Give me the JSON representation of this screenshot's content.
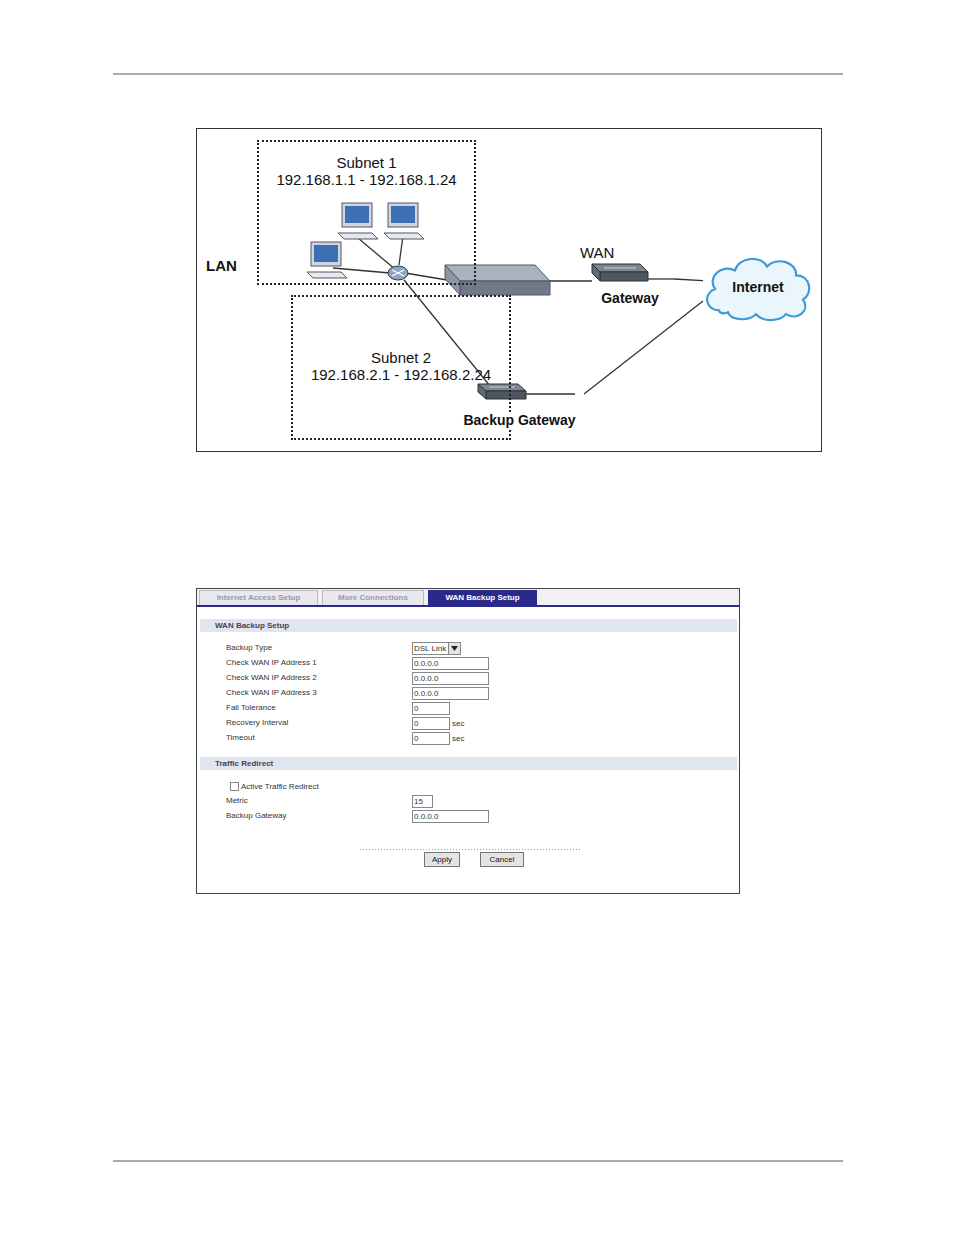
{
  "diagram": {
    "nodes": [
      {
        "text": [
          "Subnet 1",
          "192.168.1.1 - 192.168.1.24"
        ]
      },
      {
        "text": [
          "Gateway"
        ]
      },
      {
        "text": [
          "Internet"
        ]
      },
      {
        "text": [
          "Subnet 2",
          "192.168.2.1 - 192.168.2.24"
        ]
      },
      {
        "text": [
          "Backup Gateway"
        ]
      }
    ],
    "edges": [
      {
        "from": 1,
        "to": 2,
        "arrow": "none"
      },
      {
        "from": 4,
        "to": 2,
        "arrow": "none"
      }
    ],
    "labels": [
      "LAN",
      "WAN",
      "Internet Access Setup",
      "More Connections",
      "WAN Backup Setup",
      "WAN Backup Setup",
      "Backup Type",
      "DSL Link",
      "Check WAN IP Address 1",
      "0.0.0.0",
      "Check WAN IP Address 2",
      "0.0.0.0",
      "Check WAN IP Address 3",
      "0.0.0.0",
      "Fail Tolerance",
      "0",
      "Recovery Interval",
      "0",
      "sec",
      "Timeout",
      "0",
      "sec",
      "Traffic Redirect",
      "Active Traffic Redirect",
      "Metric",
      "15",
      "Backup Gateway",
      "0.0.0.0",
      "Apply",
      "Cancel"
    ]
  }
}
